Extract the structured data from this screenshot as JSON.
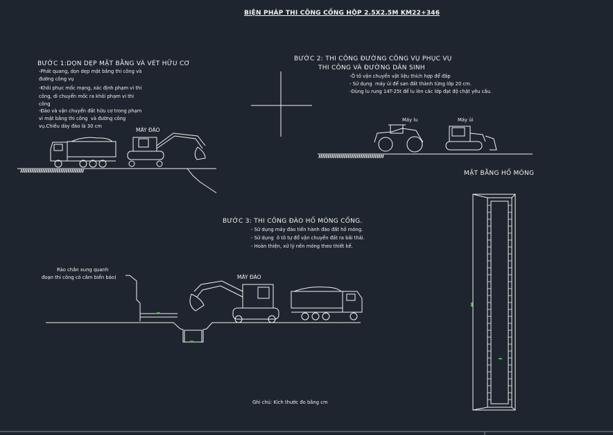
{
  "title": "BIỆN PHÁP THI CÔNG CỐNG HỘP 2.5X2.5M KM22+346",
  "step1": {
    "heading": "BƯỚC 1:DỌN DẸP MẶT BẰNG VÀ VÉT HỮU CƠ",
    "lines": [
      "-Phát quang, dọn dẹp mặt bằng thi công và",
      "đường công vụ",
      "-Khôi phục mốc mạng, xác định phạm vi thi",
      "công, di chuyển mốc ra khỏi phạm vi thi",
      "công",
      "-Đào và vận chuyển đất hữu cơ trong phạm",
      "vi mặt bằng thi công  và đường công",
      "vụ.Chiều dày đào là 30 cm"
    ],
    "excavator_label": "MÁY ĐÀO"
  },
  "step2": {
    "heading_line1": "BƯỚC 2: THI CÔNG ĐƯỜNG CÔNG VỤ PHỤC VỤ",
    "heading_line2": "THI CÔNG VÀ ĐƯỜNG DÂN SINH",
    "lines": [
      "-Ô tô vận chuyển vật liệu thích hợp để đắp",
      "- Sử dụng  máy ủi để san đất thành từng lớp 20 cm.",
      "-Dùng lu rung 14T-25t để lu lèn các lớp đạt độ chặt yêu cầu."
    ],
    "roller_label": "Máy lu",
    "dozer_label": "Máy ủi"
  },
  "step3": {
    "heading": "BƯỚC 3: THI CÔNG ĐÀO HỐ MÓNG CỐNG.",
    "lines": [
      "- Sử dụng máy đào tiến hành đào đất hố móng.",
      "- Sử dụng  ô tô tự đổ vận chuyển đất ra bãi thải.",
      "- Hoàn thiện, xử lý nền móng theo thiết kế."
    ],
    "fence_line1": "Rào chắn xung quanh",
    "fence_line2": "đoạn thi công có cắm biển báo)",
    "excavator_label": "MÁY ĐÀO"
  },
  "plan": {
    "heading": "MẶT BẰNG HỐ MÓNG"
  },
  "note": "Ghi chú: Kích thước đo bằng cm",
  "colors": {
    "background": "#1f252e",
    "lines": "#f2f2f2",
    "marker": "#22cc22"
  }
}
